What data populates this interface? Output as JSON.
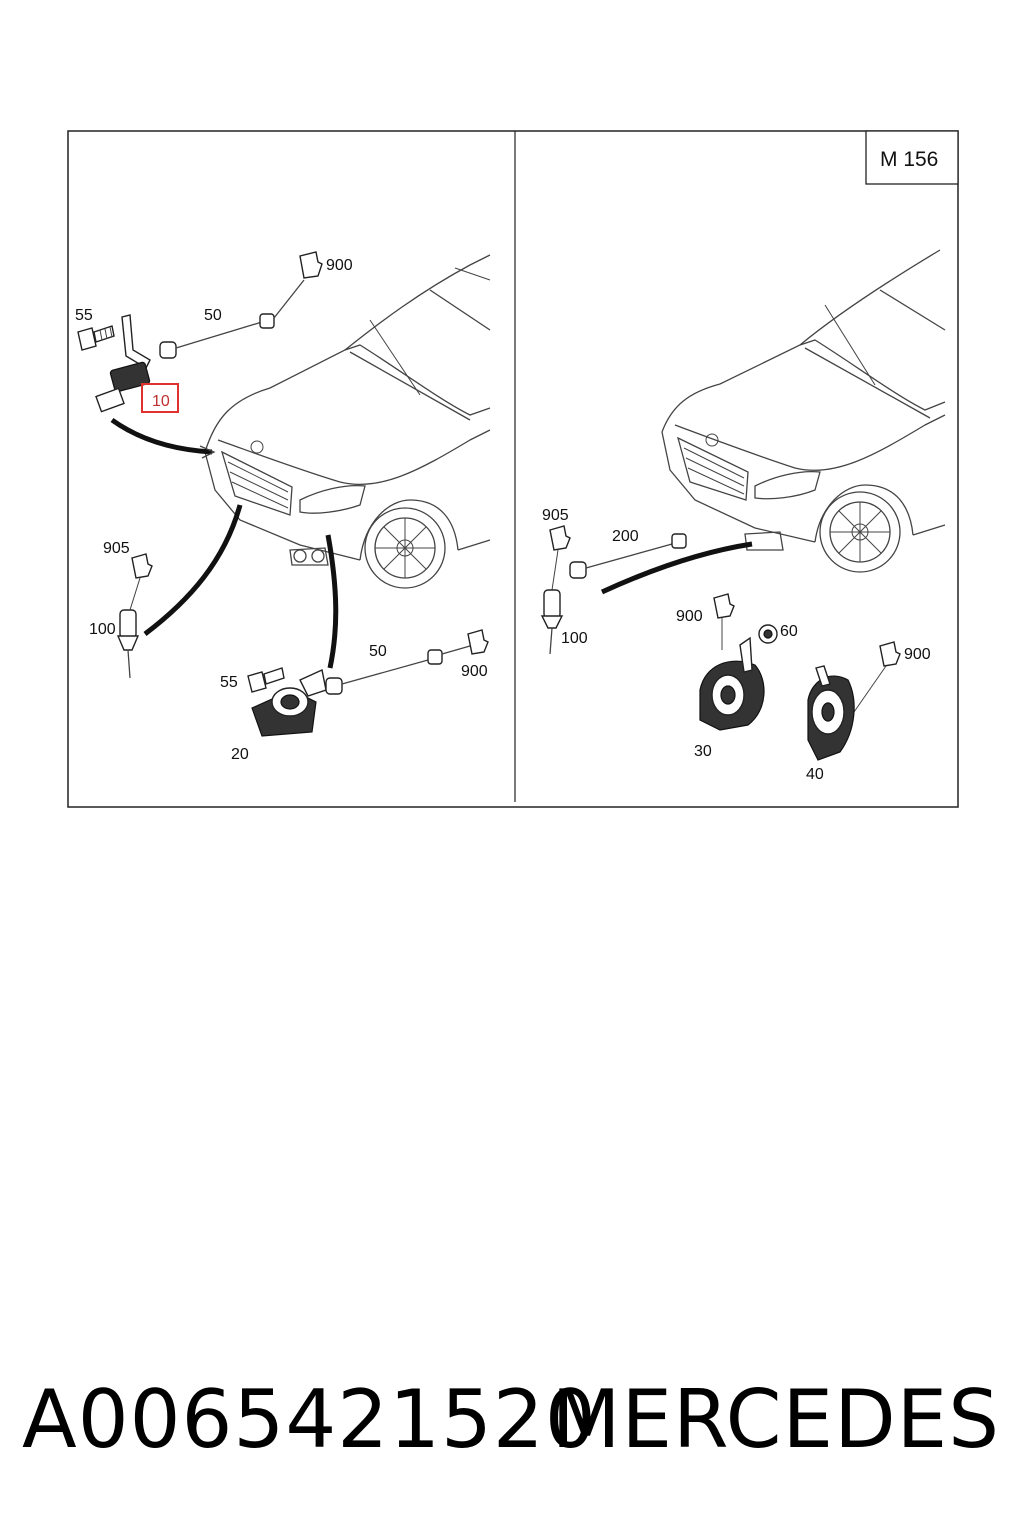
{
  "diagram": {
    "model_code": "M 156",
    "left_panel": {
      "callouts": {
        "c55_top": "55",
        "c50_top": "50",
        "c900_top": "900",
        "c10_highlight": "10",
        "c905": "905",
        "c100": "100",
        "c55_bottom": "55",
        "c20": "20",
        "c50_bottom": "50",
        "c900_bottom": "900"
      }
    },
    "right_panel": {
      "callouts": {
        "c905": "905",
        "c200": "200",
        "c100": "100",
        "c900_center": "900",
        "c60": "60",
        "c900_right": "900",
        "c30": "30",
        "c40": "40"
      }
    },
    "highlight_color": "#e03030"
  },
  "footer": {
    "part_number": "A0065421520",
    "brand": "MERCEDES"
  }
}
